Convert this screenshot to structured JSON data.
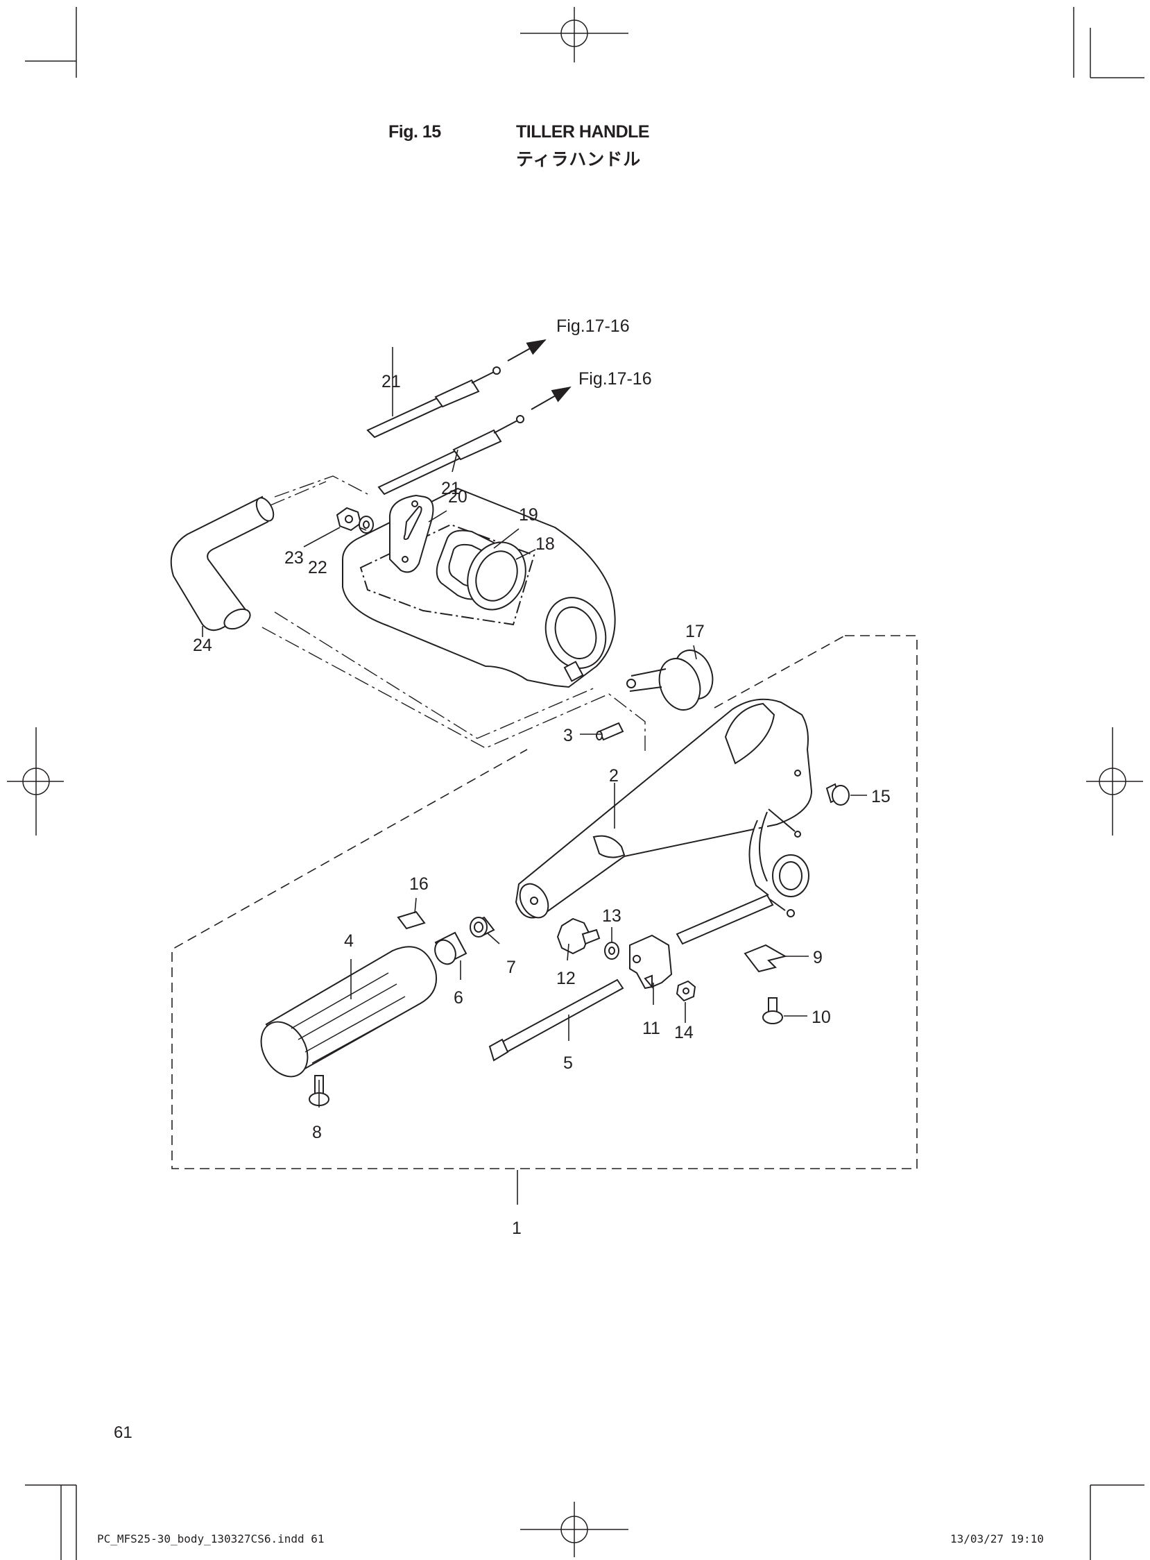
{
  "header": {
    "figure": "Fig. 15",
    "title": "TILLER HANDLE",
    "title_jp": "ティラハンドル"
  },
  "references": {
    "upper": "Fig.17-16",
    "lower": "Fig.17-16"
  },
  "callouts": {
    "p1": "1",
    "p2": "2",
    "p3": "3",
    "p4": "4",
    "p5": "5",
    "p6": "6",
    "p7": "7",
    "p8": "8",
    "p9": "9",
    "p10": "10",
    "p11": "11",
    "p12": "12",
    "p13": "13",
    "p14": "14",
    "p15": "15",
    "p16": "16",
    "p17": "17",
    "p18": "18",
    "p19": "19",
    "p20": "20",
    "p21a": "21",
    "p21b": "21",
    "p22": "22",
    "p23": "23",
    "p24": "24"
  },
  "footer": {
    "page_number": "61",
    "slug_file": "PC_MFS25-30_body_130327CS6.indd  61",
    "slug_time": "13/03/27  19:10"
  }
}
